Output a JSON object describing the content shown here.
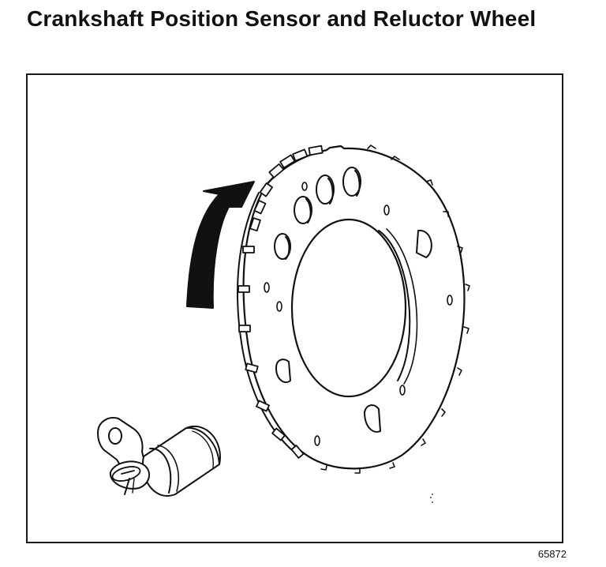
{
  "title": "Crankshaft Position Sensor and Reluctor Wheel",
  "figure_number": "65872",
  "illustration": {
    "parts": [
      "reluctor-wheel",
      "crankshaft-position-sensor",
      "rotation-arrow"
    ],
    "colors": {
      "ink": "#111111",
      "paper": "#ffffff",
      "shadow": "#1a1a1a"
    }
  }
}
